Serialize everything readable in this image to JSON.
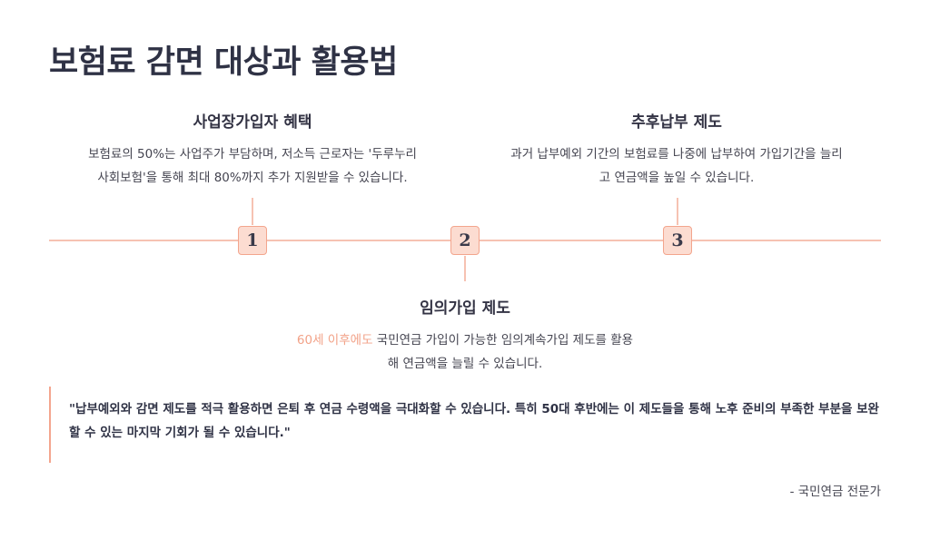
{
  "title": "보험료 감면 대상과 활용법",
  "items": [
    {
      "number": "1",
      "title": "사업장가입자 혜택",
      "desc_line1": "보험료의 50%는 사업주가 부담하며, 저소득 근로자는 '두루누리",
      "desc_line2": "사회보험'을 통해 최대 80%까지 추가 지원받을 수 있습니다."
    },
    {
      "number": "2",
      "title": "임의가입 제도",
      "highlight": "60세 이후에도",
      "desc_line1_rest": " 국민연금 가입이 가능한 임의계속가입 제도를 활용",
      "desc_line2": "해 연금액을 늘릴 수 있습니다."
    },
    {
      "number": "3",
      "title": "추후납부 제도",
      "desc_line1": "과거 납부예외 기간의 보험료를 나중에 납부하여 가입기간을 늘리",
      "desc_line2": "고 연금액을 높일 수 있습니다."
    }
  ],
  "quote": {
    "text": "\"납부예외와 감면 제도를 적극 활용하면 은퇴 후 연금 수령액을 극대화할 수 있습니다. 특히 50대 후반에는 이 제도들을 통해 노후 준비의 부족한 부분을 보완할 수 있는 마지막 기회가 될 수 있습니다.\"",
    "source": "- 국민연금 전문가"
  },
  "colors": {
    "accent": "#f4a58e",
    "node_fill": "#fcdcd1",
    "line": "#f6c2b2",
    "title_text": "#2f3245"
  }
}
